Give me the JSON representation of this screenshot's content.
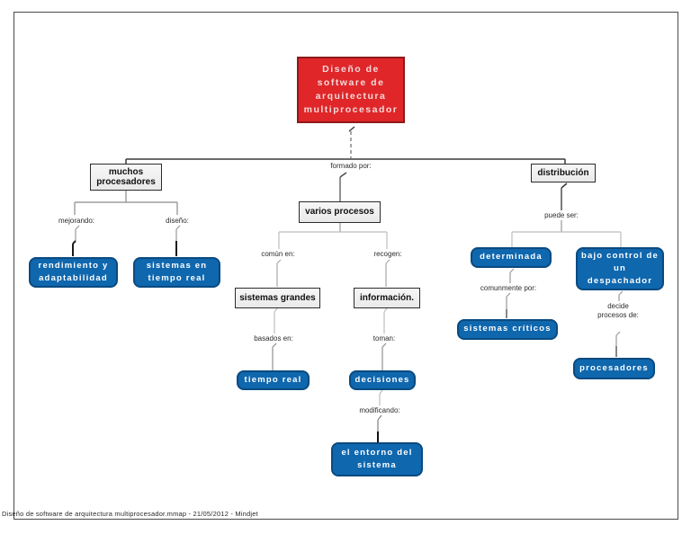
{
  "colors": {
    "node_blue": "#0f67ae",
    "node_blue_border": "#0a4a80",
    "node_red": "#e02629",
    "node_red_border": "#8f191c",
    "node_gray": "#e9e9e9",
    "node_gray_border": "#2b2b2b"
  },
  "root": {
    "label": "Diseño de software de arquitectura multiprocesador"
  },
  "nodes": {
    "muchos_procesadores": "muchos procesadores",
    "varios_procesos": "varios procesos",
    "distribucion": "distribución",
    "rendimiento": "rendimiento y adaptabilidad",
    "sistemas_tiempo_real": "sistemas en tiempo real",
    "sistemas_grandes": "sistemas grandes",
    "informacion": "información.",
    "determinada": "determinada",
    "bajo_control": "bajo control de un despachador",
    "sistemas_criticos": "sistemas críticos",
    "tiempo_real": "tiempo real",
    "decisiones": "decisiones",
    "entorno_sistema": "el entorno del sistema",
    "procesadores": "procesadores"
  },
  "edge_labels": {
    "formado_por": "formado por:",
    "mejorando": "mejorando:",
    "diseno": "diseño:",
    "comun_en": "común en:",
    "recogen": "recogen:",
    "puede_ser": "puede ser:",
    "comunmente_por": "comunmente por:",
    "decide_procesos_de": "decide procesos de:",
    "basados_en": "basados en:",
    "toman": "toman:",
    "modificando": "modificando:"
  },
  "footer": {
    "text": "Diseño de software de arquitectura multiprocesador.mmap - 21/05/2012 - Mindjet"
  }
}
